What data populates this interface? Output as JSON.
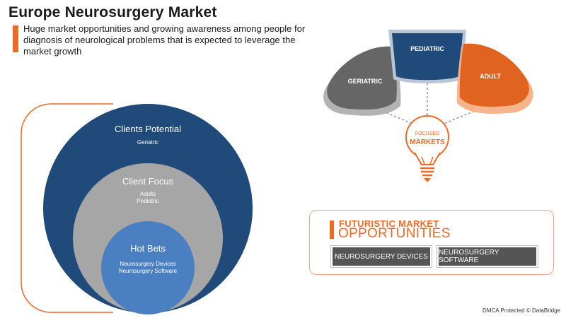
{
  "header": {
    "title": "Europe Neurosurgery Market",
    "subtitle": "Huge market opportunities and growing awareness among people for diagnosis of neurological problems that is expected to leverage the market growth"
  },
  "venn": {
    "outer": {
      "label": "Clients Potential",
      "items": [
        "Geriatric"
      ]
    },
    "middle": {
      "label": "Client Focus",
      "items": [
        "Adults",
        "Pediatric"
      ]
    },
    "inner": {
      "label": "Hot Bets",
      "items": [
        "Neurosurgery Devices",
        "Neurosurgery Software"
      ]
    }
  },
  "focused": {
    "segments": [
      {
        "label": "GERIATRIC",
        "color": "#666666"
      },
      {
        "label": "PEDIATRIC",
        "color": "#1f4a7a"
      },
      {
        "label": "ADULT",
        "color": "#e0641f"
      }
    ],
    "bulb_line1": "FOCUSED",
    "bulb_line2": "MARKETS"
  },
  "futuristic": {
    "line1": "FUTURISTIC MARKET",
    "line2": "OPPORTUNITIES",
    "buttons": [
      "NEUROSURGERY DEVICES",
      "NEUROSURGERY SOFTWARE"
    ]
  },
  "footer": {
    "dmca": "DMCA Protected © DataBridge"
  },
  "colors": {
    "orange": "#ec6a25",
    "navy": "#1f4a7a",
    "gray": "#a6a6a6",
    "blue": "#4a7fc1"
  }
}
